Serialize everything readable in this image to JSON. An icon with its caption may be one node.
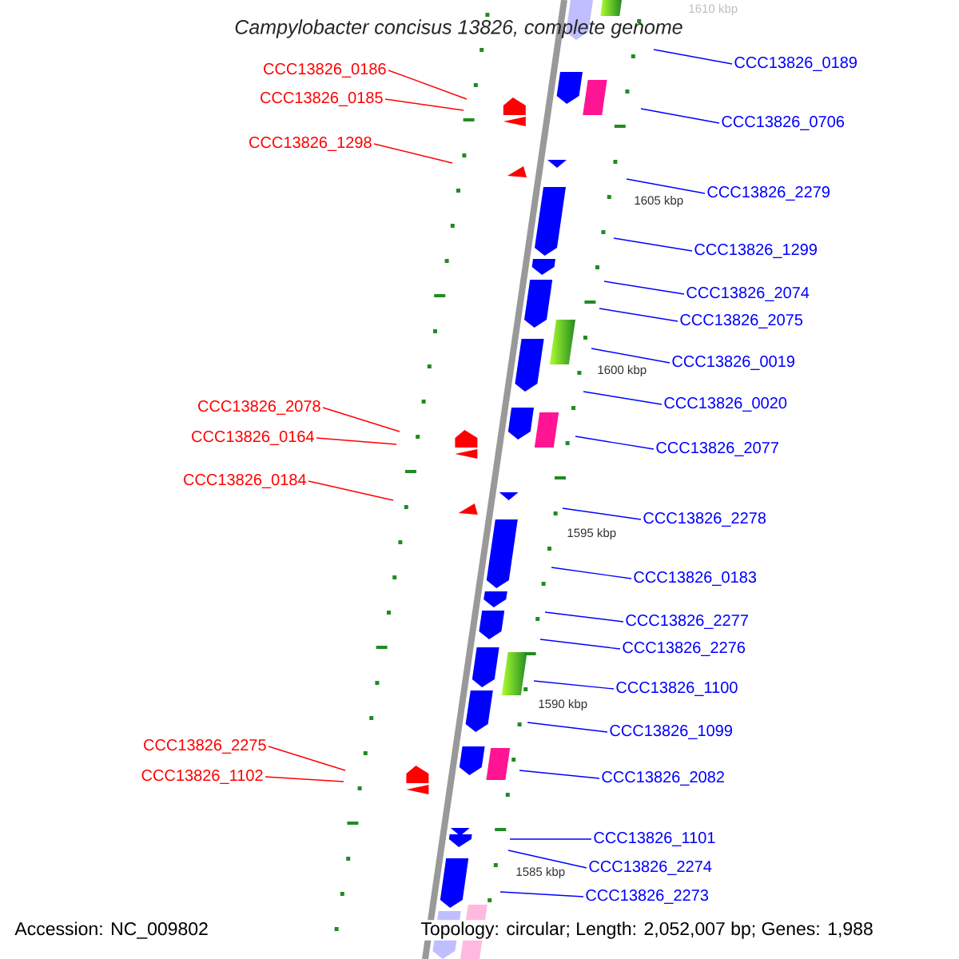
{
  "diagram": {
    "title": "*Campylobacter concisus* 13826, complete genome",
    "nodes": [
      {
        "text": [
          "CCC13826_0186"
        ]
      },
      {
        "text": [
          "CCC13826_0185"
        ]
      },
      {
        "text": [
          "CCC13826_1298"
        ]
      },
      {
        "text": [
          "CCC13826_2078"
        ]
      },
      {
        "text": [
          "CCC13826_0164"
        ]
      },
      {
        "text": [
          "CCC13826_0184"
        ]
      },
      {
        "text": [
          "CCC13826_2275"
        ]
      },
      {
        "text": [
          "CCC13826_1102"
        ]
      },
      {
        "text": [
          "CCC13826_0189"
        ]
      },
      {
        "text": [
          "CCC13826_0706"
        ]
      },
      {
        "text": [
          "CCC13826_2279"
        ]
      },
      {
        "text": [
          "CCC13826_1299"
        ]
      },
      {
        "text": [
          "CCC13826_2074"
        ]
      },
      {
        "text": [
          "CCC13826_2075"
        ]
      },
      {
        "text": [
          "CCC13826_0019"
        ]
      },
      {
        "text": [
          "CCC13826_0020"
        ]
      },
      {
        "text": [
          "CCC13826_2077"
        ]
      },
      {
        "text": [
          "CCC13826_2278"
        ]
      },
      {
        "text": [
          "CCC13826_0183"
        ]
      },
      {
        "text": [
          "CCC13826_2277"
        ]
      },
      {
        "text": [
          "CCC13826_2276"
        ]
      },
      {
        "text": [
          "CCC13826_1100"
        ]
      },
      {
        "text": [
          "CCC13826_1099"
        ]
      },
      {
        "text": [
          "CCC13826_2082"
        ]
      },
      {
        "text": [
          "CCC13826_1101"
        ]
      },
      {
        "text": [
          "CCC13826_2274"
        ]
      },
      {
        "text": [
          "CCC13826_2273"
        ]
      }
    ],
    "edges": [
      {
        "from": 0,
        "to": null,
        "arrow": "none",
        "color": "#ff0000"
      },
      {
        "from": 1,
        "to": null,
        "arrow": "none",
        "color": "#ff0000"
      },
      {
        "from": 2,
        "to": null,
        "arrow": "none",
        "color": "#ff0000"
      },
      {
        "from": 3,
        "to": null,
        "arrow": "none",
        "color": "#ff0000"
      },
      {
        "from": 4,
        "to": null,
        "arrow": "none",
        "color": "#ff0000"
      },
      {
        "from": 5,
        "to": null,
        "arrow": "none",
        "color": "#ff0000"
      },
      {
        "from": 6,
        "to": null,
        "arrow": "none",
        "color": "#ff0000"
      },
      {
        "from": 7,
        "to": null,
        "arrow": "none",
        "color": "#ff0000"
      },
      {
        "from": 8,
        "to": null,
        "arrow": "none"
      },
      {
        "from": 9,
        "to": null,
        "arrow": "none"
      },
      {
        "from": 10,
        "to": null,
        "arrow": "none"
      },
      {
        "from": 11,
        "to": null,
        "arrow": "none"
      },
      {
        "from": 12,
        "to": null,
        "arrow": "none"
      },
      {
        "from": 13,
        "to": null,
        "arrow": "none"
      },
      {
        "from": 14,
        "to": null,
        "arrow": "none"
      },
      {
        "from": 15,
        "to": null,
        "arrow": "none"
      },
      {
        "from": 16,
        "to": null,
        "arrow": "none"
      },
      {
        "from": 17,
        "to": null,
        "arrow": "none"
      },
      {
        "from": 18,
        "to": null,
        "arrow": "none"
      },
      {
        "from": 19,
        "to": null,
        "arrow": "none"
      },
      {
        "from": 20,
        "to": null,
        "arrow": "none"
      },
      {
        "from": 21,
        "to": null,
        "arrow": "none"
      },
      {
        "from": 22,
        "to": null,
        "arrow": "none"
      },
      {
        "from": 23,
        "to": null,
        "arrow": "none"
      },
      {
        "from": 24,
        "to": null,
        "arrow": "none"
      },
      {
        "from": 25,
        "to": null,
        "arrow": "none"
      },
      {
        "from": 26,
        "to": null,
        "arrow": "none"
      }
    ],
    "labels": [
      "1610 kbp",
      "1605 kbp",
      "1600 kbp",
      "1595 kbp",
      "1590 kbp",
      "1585 kbp",
      "Accession: NC_009802",
      "Topology: circular; Length: 2,052,007 bp; Genes: 1,988"
    ]
  }
}
